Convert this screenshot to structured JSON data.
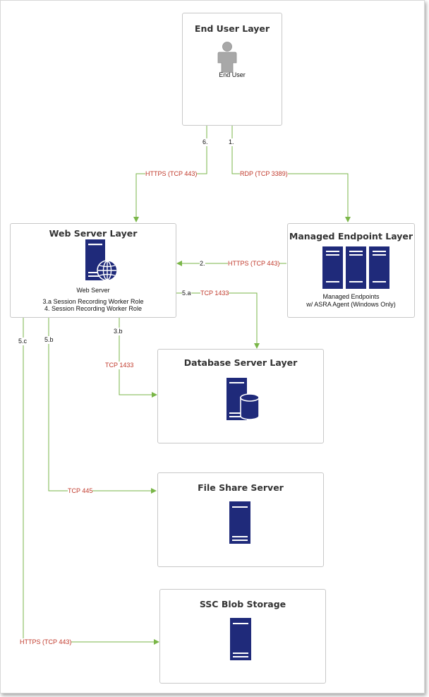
{
  "colors": {
    "accent": "#1f2a7a",
    "wire": "#7ab648",
    "protocol": "#c0392b"
  },
  "end_user_layer": {
    "title": "End User Layer",
    "icon": "user-icon",
    "caption": "End User"
  },
  "web_server_layer": {
    "title": "Web Server Layer",
    "icon": "web-server-globe-icon",
    "caption": "Web Server",
    "role_a": "3.a Session Recording Worker Role",
    "role_b": "4. Session Recording Worker Role"
  },
  "managed_endpoint_layer": {
    "title": "Managed Endpoint Layer",
    "icon": "server-rack-icon",
    "caption_1": "Managed Endpoints",
    "caption_2": "w/ ASRA Agent (Windows Only)"
  },
  "database_server_layer": {
    "title": "Database Server Layer",
    "icon": "database-server-icon"
  },
  "file_share_server": {
    "title": "File Share Server",
    "icon": "server-icon"
  },
  "ssc_blob_storage": {
    "title": "SSC Blob Storage",
    "icon": "server-icon"
  },
  "connections": {
    "c6": {
      "step": "6.",
      "protocol": "HTTPS (TCP 443)"
    },
    "c1": {
      "step": "1.",
      "protocol": "RDP (TCP 3389)"
    },
    "c2": {
      "step": "2.",
      "protocol": "HTTPS (TCP 443)"
    },
    "c5a": {
      "step": "5.a",
      "protocol": "TCP 1433"
    },
    "c3b": {
      "step": "3.b",
      "protocol": "TCP 1433"
    },
    "c5b": {
      "step": "5.b",
      "protocol": "TCP 445"
    },
    "c5c": {
      "step": "5.c",
      "protocol": "HTTPS (TCP 443)"
    }
  }
}
